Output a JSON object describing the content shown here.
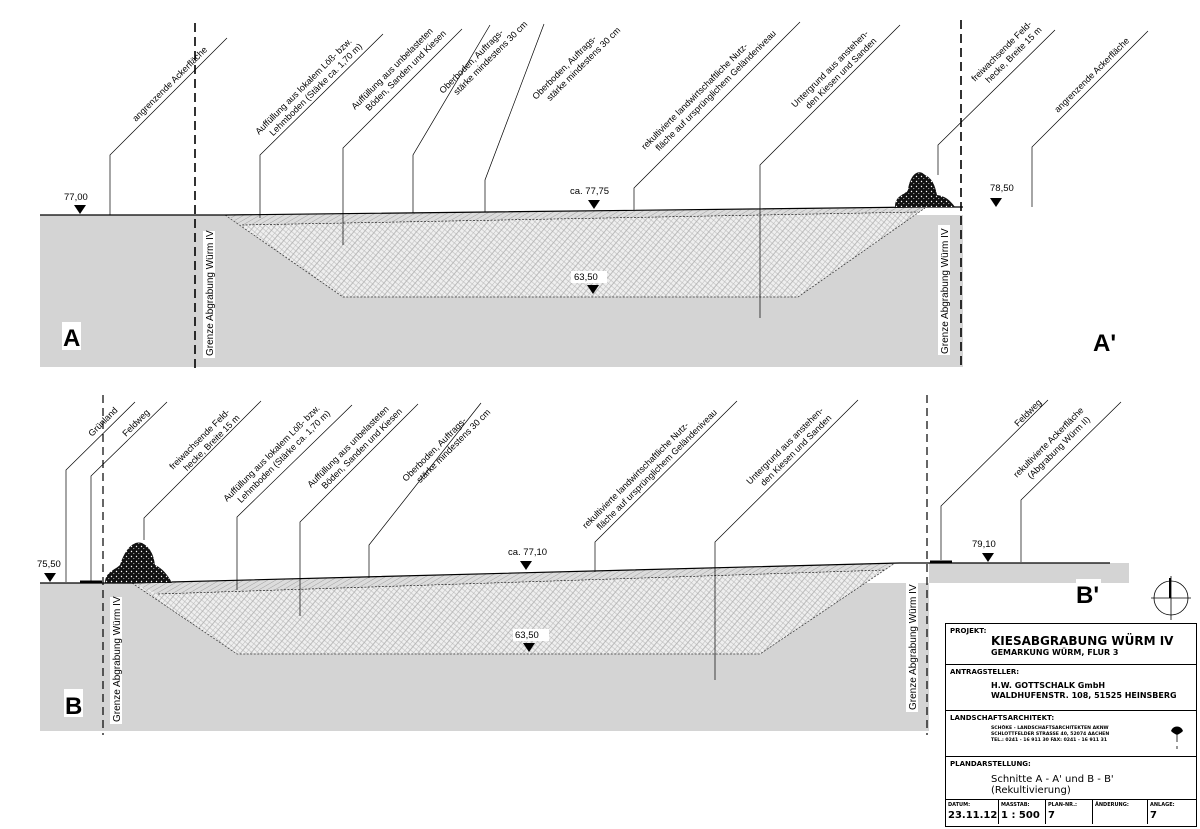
{
  "sections": [
    {
      "id": "A",
      "start_label": "A",
      "end_label": "A'",
      "boundary_label": "Grenze Abgrabung Würm IV",
      "elevations": {
        "left": "77,00",
        "center": "ca. 77,75",
        "right": "78,50",
        "bottom": "63,50"
      },
      "annotations": [
        {
          "line1": "angrenzende Ackerfläche",
          "line2": ""
        },
        {
          "line1": "Auffüllung aus lokalem Löß- bzw.",
          "line2": "Lehmboden (Stärke ca. 1,70 m)"
        },
        {
          "line1": "Auffüllung aus unbelasteten",
          "line2": "Böden, Sanden und Kiesen"
        },
        {
          "line1": "Oberboden, Auftrags-",
          "line2": "stärke mindestens 30 cm"
        },
        {
          "line1": "Oberboden, Auftrags-",
          "line2": "stärke mindestens 30 cm"
        },
        {
          "line1": "rekultivierte landwirtschaftliche Nutz-",
          "line2": "fläche auf ursprünglichem Geländeniveau"
        },
        {
          "line1": "Untergrund aus anstehen-",
          "line2": "den Kiesen und Sanden"
        },
        {
          "line1": "freiwachsende Feld-",
          "line2": "hecke, Breite 15 m"
        },
        {
          "line1": "angrenzende Ackerfläche",
          "line2": ""
        }
      ]
    },
    {
      "id": "B",
      "start_label": "B",
      "end_label": "B'",
      "boundary_label": "Grenze Abgrabung Würm IV",
      "elevations": {
        "left": "75,50",
        "center": "ca. 77,10",
        "right": "79,10",
        "bottom": "63,50"
      },
      "annotations": [
        {
          "line1": "Grünland",
          "line2": ""
        },
        {
          "line1": "Feldweg",
          "line2": ""
        },
        {
          "line1": "freiwachsende Feld-",
          "line2": "hecke, Breite 15 m"
        },
        {
          "line1": "Auffüllung aus lokalem Löß- bzw.",
          "line2": "Lehmboden (Stärke ca. 1,70 m)"
        },
        {
          "line1": "Auffüllung aus unbelasteten",
          "line2": "Böden, Sanden und Kiesen"
        },
        {
          "line1": "Oberboden, Auftrags-",
          "line2": "stärke mindestens 30 cm"
        },
        {
          "line1": "rekultivierte landwirtschaftliche Nutz-",
          "line2": "fläche auf ursprünglichem Geländeniveau"
        },
        {
          "line1": "Untergrund aus anstehen-",
          "line2": "den Kiesen und Sanden"
        },
        {
          "line1": "Feldweg",
          "line2": ""
        },
        {
          "line1": "rekultivierte Ackerfläche",
          "line2": "(Abgrabung Würm II)"
        }
      ]
    }
  ],
  "colors": {
    "ground": "#d4d4d4",
    "fill": "#ececec",
    "line": "#000000",
    "hatch": "#8a8a8a"
  },
  "title_block": {
    "projekt_label": "PROJEKT:",
    "projekt_title": "KIESABGRABUNG WÜRM IV",
    "projekt_subtitle": "GEMARKUNG WÜRM, FLUR 3",
    "antragsteller_label": "ANTRAGSTELLER:",
    "antragsteller_name": "H.W. GOTTSCHALK GmbH",
    "antragsteller_address": "WALDHUFENSTR. 108, 51525 HEINSBERG",
    "architekt_label": "LANDSCHAFTSARCHITEKT:",
    "architekt_line1": "SCHÖKE -  LANDSCHAFTSARCHITEKTEN AKNW",
    "architekt_line2": "SCHLOTTFELDER STRASSE 40, 52074 AACHEN",
    "architekt_line3": "TEL.: 0241 - 16 911 30  FAX: 0241 - 16 911 31",
    "plan_label": "PLANDARSTELLUNG:",
    "plan_title": "Schnitte A - A' und  B - B' (Rekultivierung)",
    "footer": [
      {
        "label": "DATUM:",
        "value": "23.11.12"
      },
      {
        "label": "MASSTAB:",
        "value": "1 : 500"
      },
      {
        "label": "PLAN-NR.:",
        "value": "7"
      },
      {
        "label": "ÄNDERUNG:",
        "value": ""
      },
      {
        "label": "ANLAGE:",
        "value": "7"
      }
    ]
  }
}
